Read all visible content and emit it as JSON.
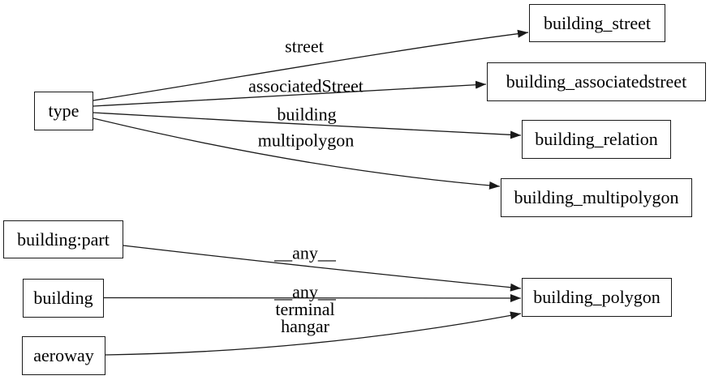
{
  "diagram": {
    "type": "directed-graph",
    "background_color": "#ffffff",
    "line_color": "#1a1a1a",
    "text_color": "#000000",
    "nodes": [
      {
        "id": "type",
        "label": "type"
      },
      {
        "id": "building_street",
        "label": "building_street"
      },
      {
        "id": "building_associatedstreet",
        "label": "building_associatedstreet"
      },
      {
        "id": "building_relation",
        "label": "building_relation"
      },
      {
        "id": "building_multipolygon",
        "label": "building_multipolygon"
      },
      {
        "id": "building:part",
        "label": "building:part"
      },
      {
        "id": "building",
        "label": "building"
      },
      {
        "id": "aeroway",
        "label": "aeroway"
      },
      {
        "id": "building_polygon",
        "label": "building_polygon"
      }
    ],
    "edges": [
      {
        "from": "type",
        "to": "building_street",
        "label": "street"
      },
      {
        "from": "type",
        "to": "building_associatedstreet",
        "label": "associatedStreet"
      },
      {
        "from": "type",
        "to": "building_relation",
        "label": "building"
      },
      {
        "from": "type",
        "to": "building_multipolygon",
        "label": "multipolygon"
      },
      {
        "from": "building:part",
        "to": "building_polygon",
        "label": "__any__"
      },
      {
        "from": "building",
        "to": "building_polygon",
        "label": "__any__"
      },
      {
        "from": "aeroway",
        "to": "building_polygon",
        "label": "terminal\nhangar"
      }
    ]
  }
}
